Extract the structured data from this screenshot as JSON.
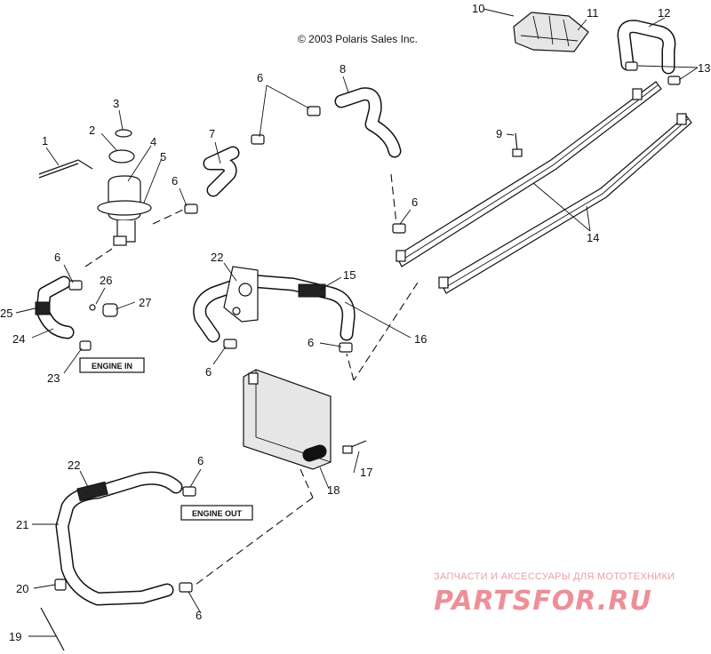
{
  "copyright": "© 2003 Polaris Sales Inc.",
  "tags": {
    "engine_in": "ENGINE IN",
    "engine_out": "ENGINE OUT"
  },
  "watermark": {
    "caption": "ЗАПЧАСТИ И АКСЕССУАРЫ ДЛЯ МОТОТЕХНИКИ",
    "logo": "PARTSFOR.RU"
  },
  "callouts": [
    "1",
    "2",
    "3",
    "4",
    "5",
    "6",
    "6",
    "6",
    "6",
    "6",
    "6",
    "6",
    "6",
    "7",
    "8",
    "9",
    "10",
    "11",
    "12",
    "13",
    "14",
    "15",
    "16",
    "17",
    "18",
    "19",
    "20",
    "21",
    "22",
    "22",
    "23",
    "24",
    "25",
    "26",
    "27"
  ],
  "colors": {
    "line": "#111111",
    "watermark": "#ee8f97",
    "background": "#ffffff"
  }
}
